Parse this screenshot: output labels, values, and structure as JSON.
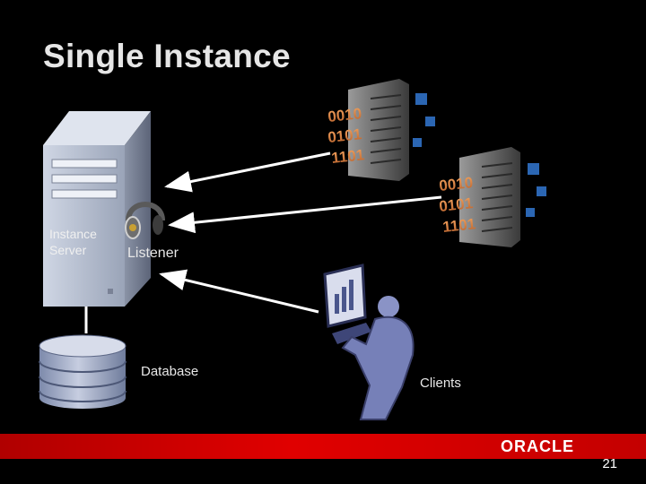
{
  "slide": {
    "title": "Single Instance",
    "page_number": "21",
    "brand": "ORACLE",
    "colors": {
      "background": "#000000",
      "brand_bar": "#d40000",
      "text": "#e6e6e6"
    }
  },
  "nodes": {
    "instance_server": {
      "label_line1": "Instance",
      "label_line2": "Server"
    },
    "listener": {
      "label": "Listener",
      "icon": "headphones-icon"
    },
    "database": {
      "label": "Database",
      "icon": "database-cylinder-icon"
    },
    "clients": {
      "label": "Clients",
      "icon": "user-at-terminal-icon"
    },
    "client_servers": [
      {
        "bits": [
          "0010",
          "0101",
          "1101"
        ],
        "icon": "server-tower-icon"
      },
      {
        "bits": [
          "0010",
          "0101",
          "1101"
        ],
        "icon": "server-tower-icon"
      }
    ]
  }
}
